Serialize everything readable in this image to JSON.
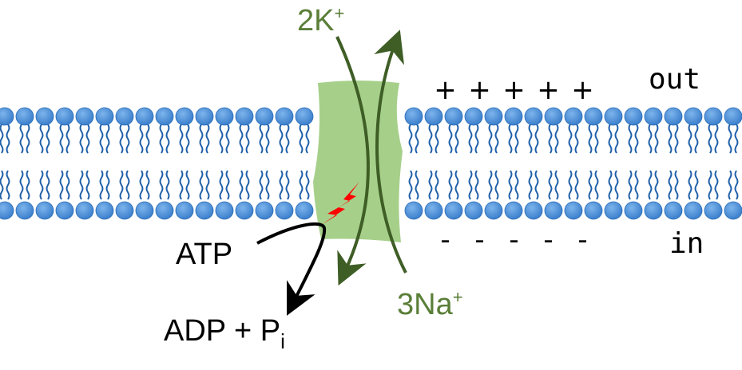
{
  "labels": {
    "potassium": "2K",
    "potassium_sup": "+",
    "sodium": "3Na",
    "sodium_sup": "+",
    "out": "out",
    "in": "in",
    "atp": "ATP",
    "adp": "ADP + P",
    "adp_sub": "i"
  },
  "charges": {
    "outside": [
      "+",
      "+",
      "+",
      "+",
      "+"
    ],
    "inside": [
      "-",
      "-",
      "-",
      "-",
      "-"
    ]
  },
  "colors": {
    "lipid_head": "#4a90d9",
    "lipid_head_dark": "#2a6cb5",
    "lipid_tail": "#1f5fa8",
    "pump": "#a6d08a",
    "ion_arrow": "#3f5e26",
    "ion_text": "#5a7f38",
    "energy": "#ff0000",
    "atp_arrow": "#000000"
  }
}
